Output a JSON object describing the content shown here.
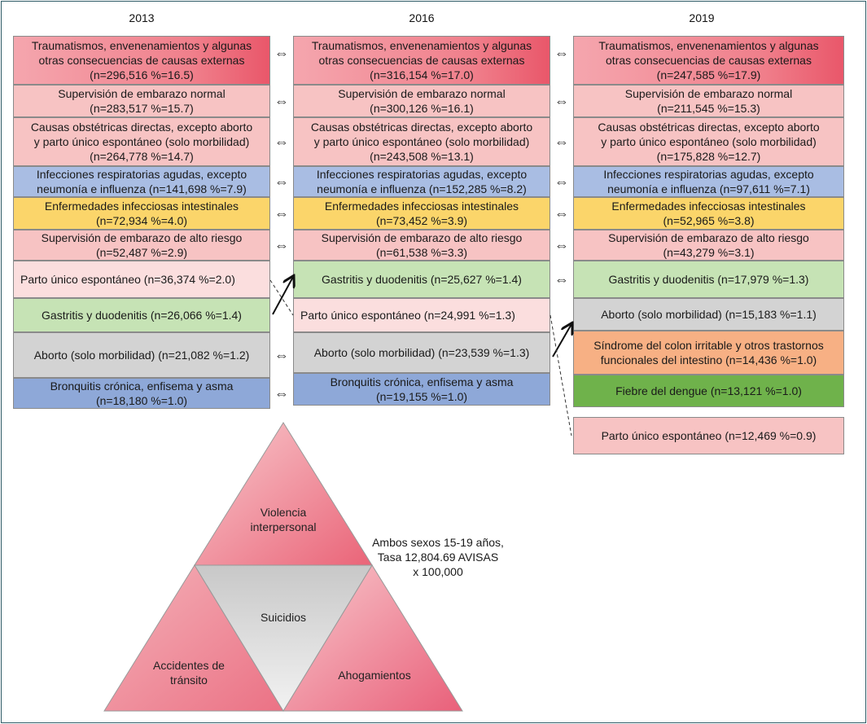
{
  "years": [
    "2013",
    "2016",
    "2019"
  ],
  "columns": [
    {
      "boxes": [
        {
          "text": "Traumatismos, envenenamientos y algunas\notras consecuencias de causas externas\n(n=296,516 %=16.5)"
        },
        {
          "text": "Supervisión de embarazo normal\n(n=283,517 %=15.7)"
        },
        {
          "text": "Causas obstétricas directas, excepto aborto\ny parto único espontáneo (solo morbilidad)\n(n=264,778 %=14.7)"
        },
        {
          "text": "Infecciones respiratorias agudas, excepto\nneumonía e influenza (n=141,698 %=7.9)"
        },
        {
          "text": "Enfermedades infecciosas intestinales\n(n=72,934 %=4.0)"
        },
        {
          "text": "Supervisión de embarazo de alto riesgo\n(n=52,487 %=2.9)"
        },
        {
          "text": "Parto único espontáneo (n=36,374 %=2.0)"
        },
        {
          "text": "Gastritis y duodenitis (n=26,066 %=1.4)"
        },
        {
          "text": "Aborto (solo morbilidad) (n=21,082 %=1.2)"
        },
        {
          "text": "Bronquitis crónica, enfisema y asma\n(n=18,180 %=1.0)"
        }
      ]
    },
    {
      "boxes": [
        {
          "text": "Traumatismos, envenenamientos y algunas\notras consecuencias de causas externas\n(n=316,154 %=17.0)"
        },
        {
          "text": "Supervisión de embarazo normal\n(n=300,126 %=16.1)"
        },
        {
          "text": "Causas obstétricas directas, excepto aborto\ny parto único espontáneo (solo morbilidad)\n(n=243,508 %=13.1)"
        },
        {
          "text": "Infecciones respiratorias agudas, excepto\nneumonía e influenza (n=152,285 %=8.2)"
        },
        {
          "text": "Enfermedades infecciosas intestinales\n(n=73,452 %=3.9)"
        },
        {
          "text": "Supervisión de embarazo de alto riesgo\n(n=61,538 %=3.3)"
        },
        {
          "text": "Gastritis y duodenitis (n=25,627 %=1.4)"
        },
        {
          "text": "Parto único espontáneo (n=24,991 %=1.3)"
        },
        {
          "text": "Aborto (solo morbilidad) (n=23,539 %=1.3)"
        },
        {
          "text": "Bronquitis crónica, enfisema y asma\n(n=19,155 %=1.0)"
        }
      ]
    },
    {
      "boxes": [
        {
          "text": "Traumatismos, envenenamientos y algunas\notras consecuencias de causas externas\n(n=247,585 %=17.9)"
        },
        {
          "text": "Supervisión de embarazo normal\n(n=211,545 %=15.3)"
        },
        {
          "text": "Causas obstétricas directas, excepto aborto\ny parto único espontáneo (solo morbilidad)\n(n=175,828 %=12.7)"
        },
        {
          "text": "Infecciones respiratorias agudas, excepto\nneumonía e influenza (n=97,611 %=7.1)"
        },
        {
          "text": "Enfermedades infecciosas intestinales\n(n=52,965 %=3.8)"
        },
        {
          "text": "Supervisión de embarazo de alto riesgo\n(n=43,279 %=3.1)"
        },
        {
          "text": "Gastritis y duodenitis (n=17,979 %=1.3)"
        },
        {
          "text": "Aborto (solo morbilidad) (n=15,183 %=1.1)"
        },
        {
          "text": "Síndrome del colon irritable y otros trastornos\nfuncionales del intestino (n=14,436 %=1.0)"
        },
        {
          "text": "Fiebre del dengue (n=13,121 %=1.0)"
        }
      ],
      "extra": {
        "text": "Parto único espontáneo (n=12,469 %=0.9)"
      }
    }
  ],
  "arrow_symbol": "⇔",
  "triangle": {
    "top": "Violencia\ninterpersonal",
    "center": "Suicidios",
    "left": "Accidentes de\ntránsito",
    "right": "Ahogamientos"
  },
  "caption": "Ambos sexos 15-19 años,\nTasa 12,804.69 AVISAS\nx 100,000",
  "colors": {
    "external_causes": "#f07f8b",
    "pink": "#f7c3c3",
    "respiratory": "#a9bde3",
    "intestinal": "#fbd56a",
    "gastritis": "#c6e3b5",
    "abortion": "#d3d3d3",
    "colon": "#f7b084",
    "dengue": "#6fb24b",
    "bronchitis": "#8ea8d8"
  }
}
